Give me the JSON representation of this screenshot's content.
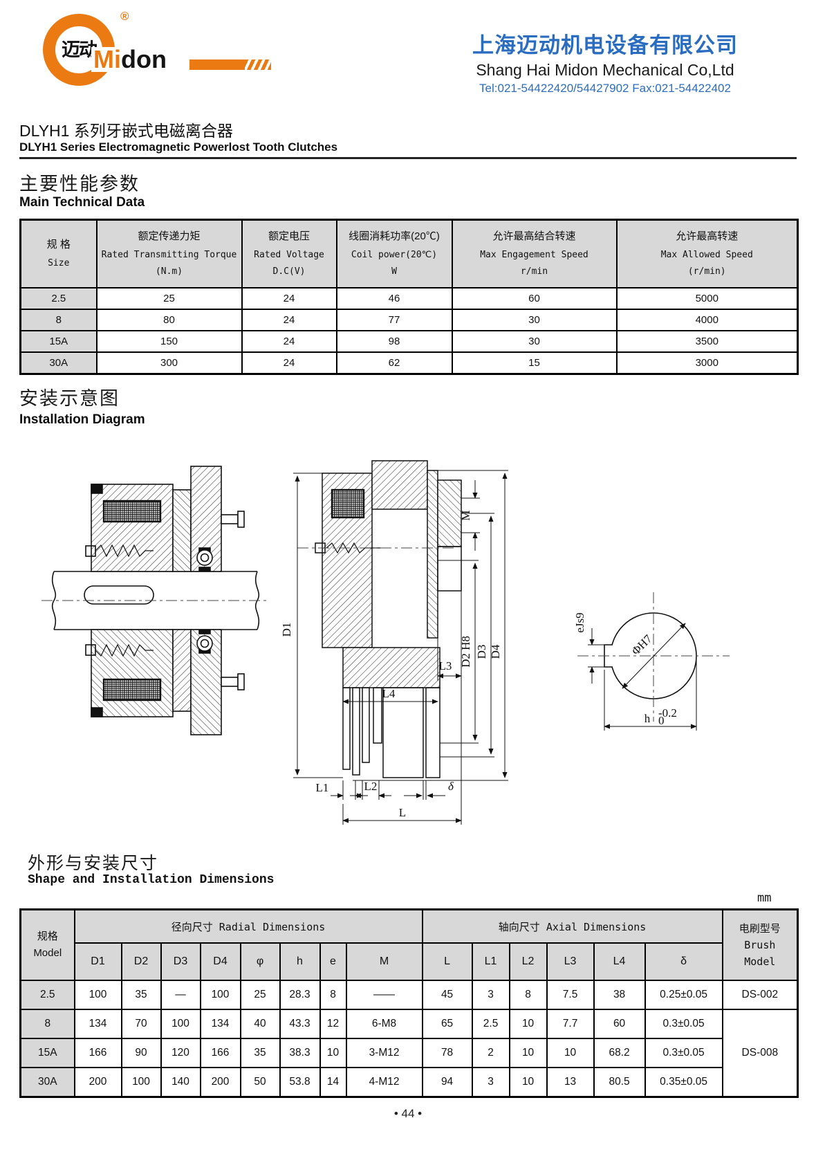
{
  "header": {
    "logo": {
      "chinese": "迈动",
      "brand_mi": "Mi",
      "brand_don": "don",
      "registered": "®"
    },
    "company_cn": "上海迈动机电设备有限公司",
    "company_en": "Shang Hai Midon Mechanical Co,Ltd",
    "contact": "Tel:021-54422420/54427902 Fax:021-54422402",
    "colors": {
      "brand_orange": "#EB7A12",
      "company_blue": "#2A6DC0"
    }
  },
  "title": {
    "cn": "DLYH1 系列牙嵌式电磁离合器",
    "en": "DLYH1    Series Electromagnetic Powerlost Tooth Clutches"
  },
  "section_main_data": {
    "title_cn": "主要性能参数",
    "title_en": "Main Technical Data",
    "table": {
      "columns": [
        {
          "cn": "规 格",
          "en": "Size",
          "unit": ""
        },
        {
          "cn": "额定传递力矩",
          "en": "Rated Transmitting Torque",
          "unit": "(N.m)"
        },
        {
          "cn": "额定电压",
          "en": "Rated Voltage",
          "unit": "D.C(V)"
        },
        {
          "cn": "线圈消耗功率(20℃)",
          "en": "Coil power(20℃)",
          "unit": "W"
        },
        {
          "cn": "允许最高结合转速",
          "en": "Max Engagement Speed",
          "unit": "r/min"
        },
        {
          "cn": "允许最高转速",
          "en": "Max Allowed Speed",
          "unit": "(r/min)"
        }
      ],
      "rows": [
        [
          "2.5",
          "25",
          "24",
          "46",
          "60",
          "5000"
        ],
        [
          "8",
          "80",
          "24",
          "77",
          "30",
          "4000"
        ],
        [
          "15A",
          "150",
          "24",
          "98",
          "30",
          "3500"
        ],
        [
          "30A",
          "300",
          "24",
          "62",
          "15",
          "3000"
        ]
      ]
    }
  },
  "section_diagram": {
    "title_cn": "安装示意图",
    "title_en": "Installation Diagram",
    "labels": {
      "d1": "D1",
      "m": "M",
      "l3": "L3",
      "l4": "L4",
      "d2h8": "D2 H8",
      "d3": "D3",
      "d4": "D4",
      "l1": "L1",
      "l2": "L2",
      "delta": "δ",
      "l": "L",
      "ejs9": "eJs9",
      "phih7": "ΦH7",
      "h_base": "h",
      "h_sup": "-0.2",
      "h_sub": "0"
    }
  },
  "section_dimensions": {
    "title_cn": "外形与安装尺寸",
    "title_en": "Shape and Installation Dimensions",
    "unit_label": "mm",
    "table": {
      "group_model_cn": "规格",
      "group_model_en": "Model",
      "group_radial": "径向尺寸 Radial Dimensions",
      "group_axial": "轴向尺寸 Axial Dimensions",
      "group_brush_cn": "电刷型号",
      "group_brush_en1": "Brush",
      "group_brush_en2": "Model",
      "sub_columns": [
        "D1",
        "D2",
        "D3",
        "D4",
        "φ",
        "h",
        "e",
        "M",
        "L",
        "L1",
        "L2",
        "L3",
        "L4",
        "δ"
      ],
      "rows": [
        {
          "model": "2.5",
          "values": [
            "100",
            "35",
            "—",
            "100",
            "25",
            "28.3",
            "8",
            "——",
            "45",
            "3",
            "8",
            "7.5",
            "38",
            "0.25±0.05"
          ],
          "brush": "DS-002"
        },
        {
          "model": "8",
          "values": [
            "134",
            "70",
            "100",
            "134",
            "40",
            "43.3",
            "12",
            "6-M8",
            "65",
            "2.5",
            "10",
            "7.7",
            "60",
            "0.3±0.05"
          ],
          "brush": "DS-008"
        },
        {
          "model": "15A",
          "values": [
            "166",
            "90",
            "120",
            "166",
            "35",
            "38.3",
            "10",
            "3-M12",
            "78",
            "2",
            "10",
            "10",
            "68.2",
            "0.3±0.05"
          ]
        },
        {
          "model": "30A",
          "values": [
            "200",
            "100",
            "140",
            "200",
            "50",
            "53.8",
            "14",
            "4-M12",
            "94",
            "3",
            "10",
            "13",
            "80.5",
            "0.35±0.05"
          ]
        }
      ]
    }
  },
  "footer": {
    "page": "• 44 •"
  }
}
